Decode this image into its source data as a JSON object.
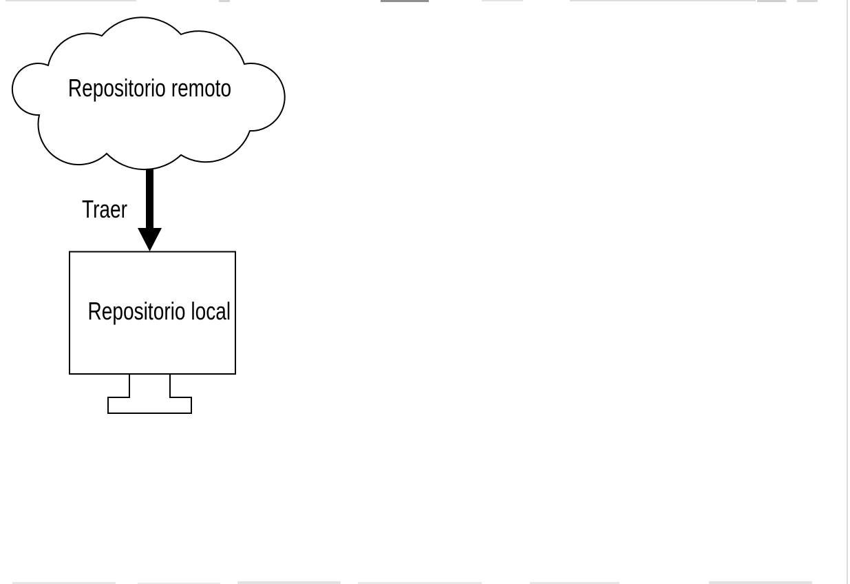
{
  "diagram": {
    "type": "flow-diagram",
    "background_color": "#ffffff",
    "line_color": "#000000",
    "text_color": "#000000",
    "nodes": [
      {
        "id": "remote-repo",
        "shape": "cloud",
        "label": "Repositorio remoto"
      },
      {
        "id": "local-repo",
        "shape": "computer-monitor",
        "label": "Repositorio local"
      }
    ],
    "edges": [
      {
        "id": "pull",
        "from": "remote-repo",
        "to": "local-repo",
        "label": "Traer",
        "direction": "down",
        "style": "thick-solid-arrow",
        "color": "#000000"
      }
    ]
  }
}
